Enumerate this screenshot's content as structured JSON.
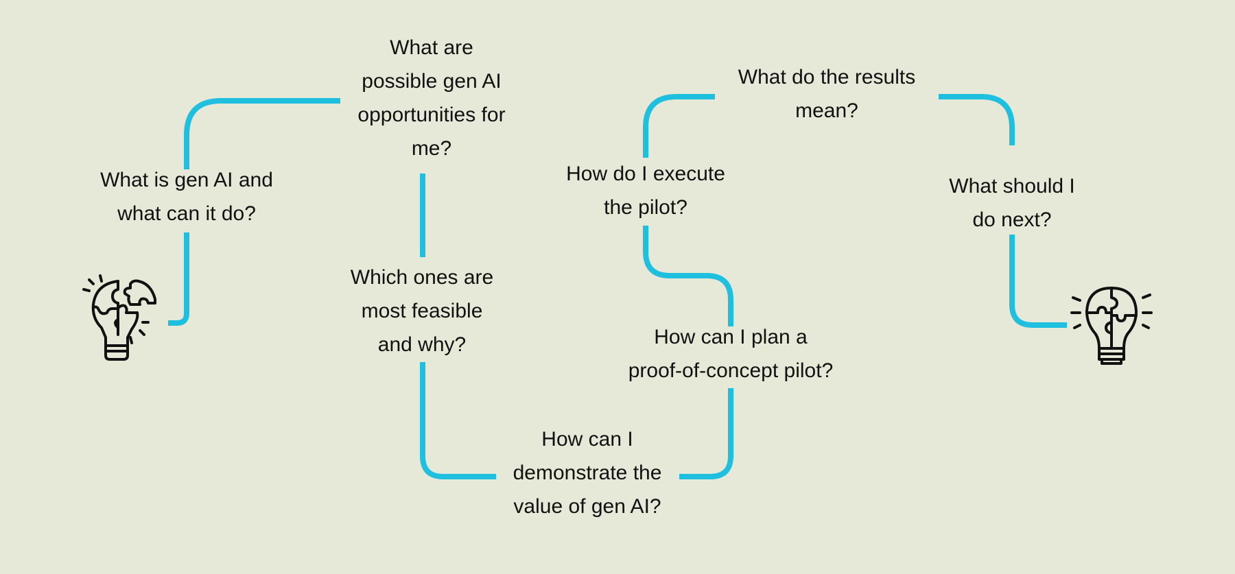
{
  "colors": {
    "background": "#e6e9d7",
    "path": "#1fbfdf",
    "icon": "#111111"
  },
  "steps": [
    {
      "lines": [
        "What is gen AI and",
        "what can it do?"
      ]
    },
    {
      "lines": [
        "What are",
        "possible gen AI",
        "opportunities for",
        "me?"
      ]
    },
    {
      "lines": [
        "Which ones are",
        "most feasible",
        "and why?"
      ]
    },
    {
      "lines": [
        "How can I",
        "demonstrate the",
        "value of gen AI?"
      ]
    },
    {
      "lines": [
        "How can I plan a",
        "proof-of-concept pilot?"
      ]
    },
    {
      "lines": [
        "How do I execute",
        "the pilot?"
      ]
    },
    {
      "lines": [
        "What do the results",
        "mean?"
      ]
    },
    {
      "lines": [
        "What should I",
        "do next?"
      ]
    }
  ],
  "icons": {
    "start": "puzzle-lightbulb-incomplete-icon",
    "end": "puzzle-lightbulb-complete-icon"
  }
}
